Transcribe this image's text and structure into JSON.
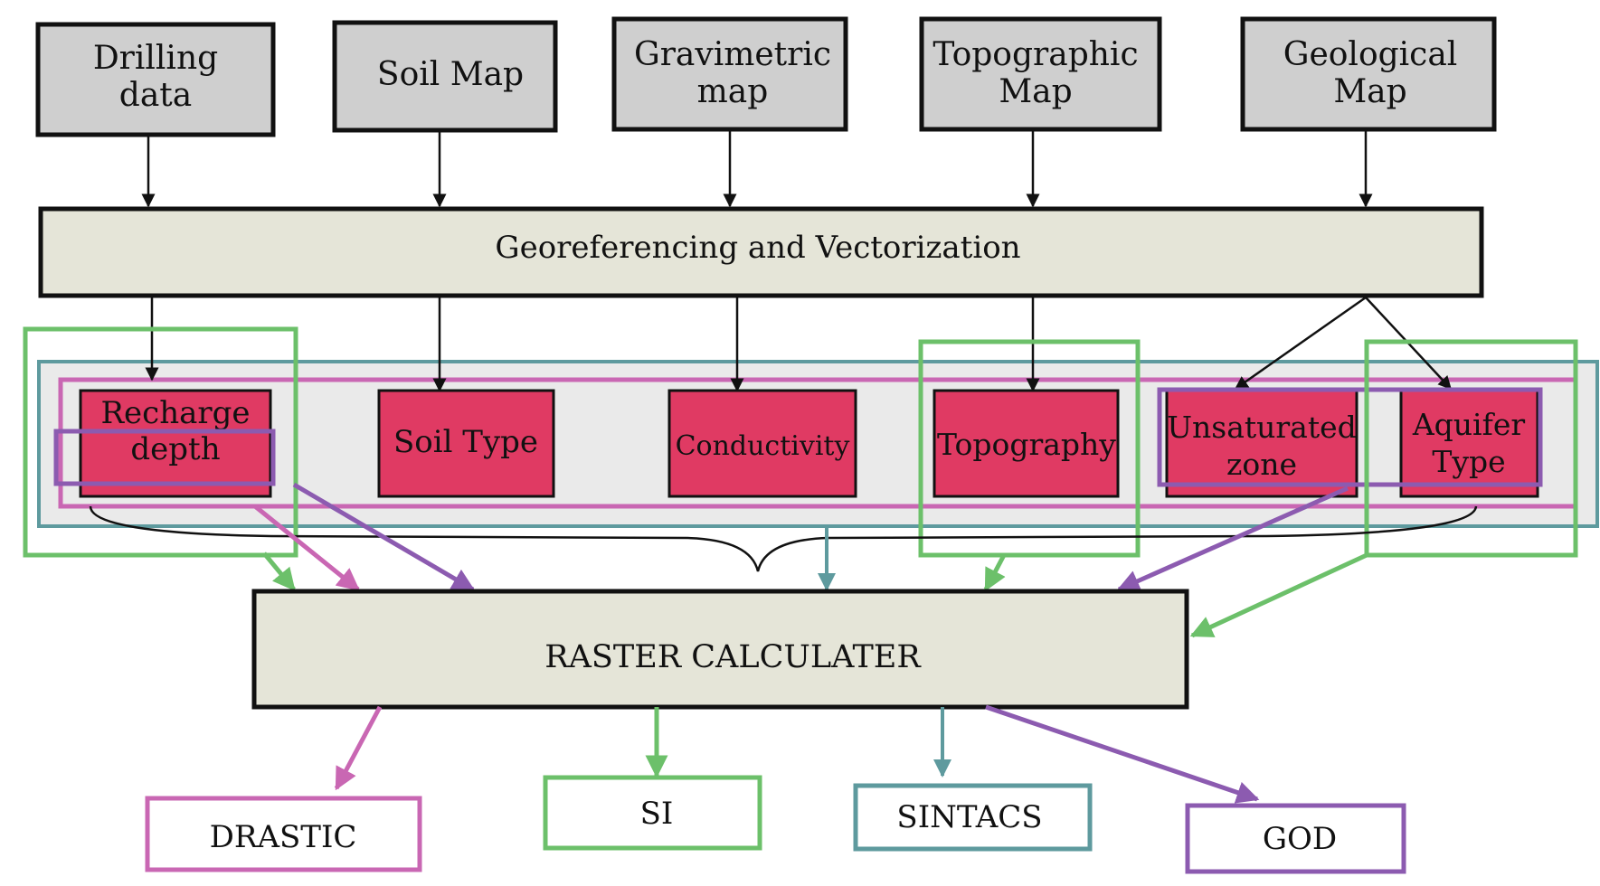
{
  "sources": [
    {
      "id": "drilling",
      "lines": [
        "Drilling",
        "data"
      ]
    },
    {
      "id": "soil-map",
      "lines": [
        "Soil Map"
      ]
    },
    {
      "id": "gravimetric",
      "lines": [
        "Gravimetric",
        "map"
      ]
    },
    {
      "id": "topographic",
      "lines": [
        "Topographic",
        "Map"
      ]
    },
    {
      "id": "geological",
      "lines": [
        "Geological",
        "Map"
      ]
    }
  ],
  "georef": {
    "label": "Georeferencing and Vectorization"
  },
  "parameters": [
    {
      "id": "recharge",
      "lines": [
        "Recharge",
        "depth"
      ]
    },
    {
      "id": "soil-type",
      "lines": [
        "Soil Type"
      ]
    },
    {
      "id": "conductivity",
      "lines": [
        "Conductivity"
      ]
    },
    {
      "id": "topography",
      "lines": [
        "Topography"
      ]
    },
    {
      "id": "unsaturated",
      "lines": [
        "Unsaturated",
        "zone"
      ]
    },
    {
      "id": "aquifer",
      "lines": [
        "Aquifer",
        "Type"
      ]
    }
  ],
  "raster": {
    "label": "RASTER CALCULATER"
  },
  "outputs": [
    {
      "id": "drastic",
      "label": "DRASTIC",
      "color": "#c967b3"
    },
    {
      "id": "si",
      "label": "SI",
      "color": "#6cc06a"
    },
    {
      "id": "sintacs",
      "label": "SINTACS",
      "color": "#5e9a9e"
    },
    {
      "id": "god",
      "label": "GOD",
      "color": "#8c5bb0"
    }
  ],
  "colors": {
    "source_fill": "#cfcfcf",
    "process_fill": "#e5e5d8",
    "parameter_fill": "#e03a63",
    "group_fill": "#eaeaea",
    "drastic": "#c967b3",
    "si": "#6cc06a",
    "sintacs": "#5e9a9e",
    "god": "#8c5bb0",
    "arrow": "#111111"
  }
}
